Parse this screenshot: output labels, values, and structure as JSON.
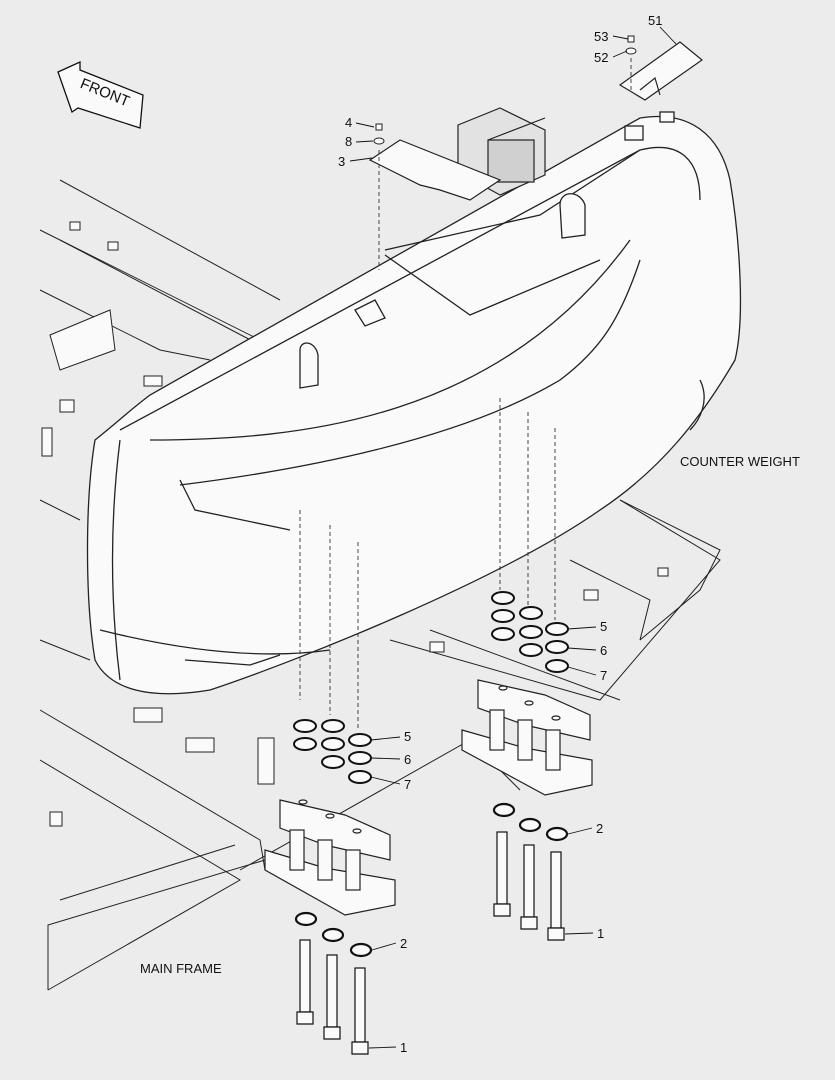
{
  "diagram": {
    "front_label": "FRONT",
    "labels": {
      "counter_weight": "COUNTER WEIGHT",
      "main_frame": "MAIN FRAME"
    },
    "callouts": {
      "c53": "53",
      "c51": "51",
      "c52": "52",
      "c4": "4",
      "c8": "8",
      "c3": "3",
      "c5a": "5",
      "c6a": "6",
      "c7a": "7",
      "c5b": "5",
      "c6b": "6",
      "c7b": "7",
      "c2a": "2",
      "c2b": "2",
      "c1a": "1",
      "c1b": "1"
    }
  }
}
